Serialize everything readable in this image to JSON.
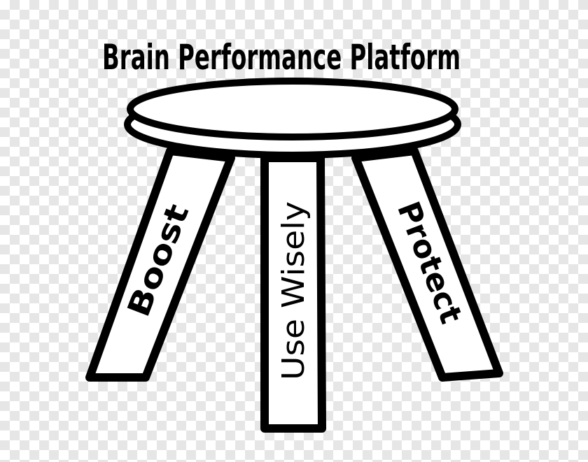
{
  "diagram": {
    "title": "Brain Performance Platform",
    "legs": [
      {
        "label": "Boost"
      },
      {
        "label": "Use Wisely"
      },
      {
        "label": "Protect"
      }
    ]
  },
  "colors": {
    "ink": "#000000",
    "fill": "#ffffff",
    "checker_light": "#ffffff",
    "checker_dark": "#e6e6e6"
  }
}
